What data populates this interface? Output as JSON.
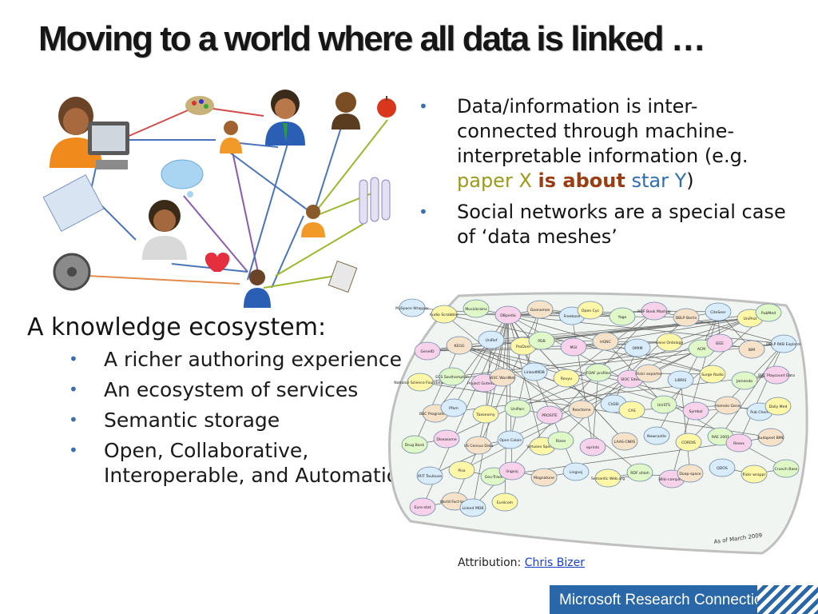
{
  "title": "Moving to a world where all data is linked …",
  "right_bullets": {
    "b1_pre": "Data/information is inter-connected through machine-interpretable information (e.g. ",
    "b1_paper": "paper X",
    "b1_about": "is about",
    "b1_star": "star Y",
    "b1_post": ")",
    "b2": "Social networks are a special case of ‘data meshes’"
  },
  "ecosystem": {
    "heading": "A knowledge ecosystem:",
    "items": [
      "A richer authoring experience",
      "An ecosystem of services",
      "Semantic storage",
      "Open, Collaborative, Interoperable, and Automatic"
    ]
  },
  "attribution": {
    "label": "Attribution:",
    "link": "Chris Bizer"
  },
  "brand": "Microsoft Research Connections",
  "lod_label": "As of March 2009",
  "lod_nodes": [
    "MySpace Wrapper",
    "Audio Scrobbler",
    "Musicbrainz",
    "DBpedia",
    "Geonames",
    "Freebase",
    "Open Cyc",
    "Yago",
    "RDF Book Mashup",
    "DBLP Berlin",
    "CiteSeer",
    "UniProt",
    "PubMed",
    "GeneID",
    "KEGG",
    "UniRef",
    "ProDom",
    "PDB",
    "MGI",
    "HGNC",
    "OMIM",
    "Gene Ontology",
    "ACM",
    "IEEE",
    "IBM",
    "DBLP RKB Explorer",
    "National Science Foundation",
    "ECS Southampton",
    "Project Gutenberg",
    "W3C WordNet",
    "LinkedMDB",
    "Revyu",
    "FOAF profiles",
    "SIOC Sites",
    "Flickr exporter",
    "LIBRIS",
    "Surge Radio",
    "Jamendo",
    "BBC Playcount Data",
    "BBC Programmes",
    "Pfam",
    "Taxonomy",
    "UniParc",
    "PROSITE",
    "Reactome",
    "ChEBI",
    "CAS",
    "UniSTS",
    "Symbol",
    "Homolo Gene",
    "Pub Chem",
    "Daily Med",
    "Drug Bank",
    "Diseasome",
    "US Census Data",
    "Open Calais",
    "Virtuoso Sponger",
    "Riese",
    "eprints",
    "LAAS-CNRS",
    "Newcastle",
    "CORDIS",
    "RAE 2001",
    "Resex",
    "Budapest BME",
    "IRIT Toulouse",
    "Pisa",
    "Gov-Track",
    "lingvoj",
    "Magnatune",
    "Lingvoj",
    "Semantic Web.org",
    "RDF ohloh",
    "Wiki-company",
    "Doap-space",
    "QDOS",
    "flickr wrappr",
    "Crunch Base",
    "Euro-stat",
    "World Fact-book",
    "Linked MDB",
    "Eurécom"
  ],
  "lod_edges": [
    [
      3,
      4
    ],
    [
      3,
      5
    ],
    [
      3,
      25
    ],
    [
      3,
      6
    ],
    [
      3,
      7
    ],
    [
      3,
      29
    ],
    [
      3,
      8
    ],
    [
      3,
      9
    ],
    [
      3,
      2
    ],
    [
      3,
      0
    ],
    [
      3,
      1
    ],
    [
      3,
      54
    ],
    [
      3,
      68
    ],
    [
      3,
      81
    ],
    [
      3,
      80
    ],
    [
      3,
      78
    ],
    [
      3,
      30
    ],
    [
      3,
      59
    ],
    [
      3,
      56
    ],
    [
      3,
      36
    ],
    [
      4,
      79
    ],
    [
      4,
      55
    ],
    [
      4,
      5
    ],
    [
      5,
      8
    ],
    [
      5,
      58
    ],
    [
      7,
      4
    ],
    [
      8,
      9
    ],
    [
      8,
      10
    ],
    [
      8,
      31
    ],
    [
      9,
      10
    ],
    [
      9,
      25
    ],
    [
      10,
      22
    ],
    [
      10,
      23
    ],
    [
      10,
      24
    ],
    [
      11,
      12
    ],
    [
      11,
      13
    ],
    [
      11,
      19
    ],
    [
      11,
      14
    ],
    [
      11,
      17
    ],
    [
      11,
      15
    ],
    [
      11,
      42
    ],
    [
      11,
      43
    ],
    [
      13,
      14
    ],
    [
      13,
      21
    ],
    [
      13,
      20
    ],
    [
      13,
      17
    ],
    [
      14,
      46
    ],
    [
      14,
      45
    ],
    [
      14,
      50
    ],
    [
      14,
      52
    ],
    [
      14,
      48
    ],
    [
      15,
      16
    ],
    [
      15,
      40
    ],
    [
      15,
      41
    ],
    [
      17,
      12
    ],
    [
      17,
      21
    ],
    [
      18,
      19
    ],
    [
      18,
      21
    ],
    [
      19,
      47
    ],
    [
      20,
      53
    ],
    [
      21,
      12
    ],
    [
      22,
      25
    ],
    [
      22,
      23
    ],
    [
      22,
      60
    ],
    [
      23,
      24
    ],
    [
      25,
      26
    ],
    [
      25,
      61
    ],
    [
      25,
      63
    ],
    [
      25,
      62
    ],
    [
      26,
      64
    ],
    [
      27,
      22
    ],
    [
      28,
      3
    ],
    [
      30,
      3
    ],
    [
      31,
      32
    ],
    [
      32,
      33
    ],
    [
      33,
      34
    ],
    [
      34,
      36
    ],
    [
      35,
      74
    ],
    [
      36,
      1
    ],
    [
      37,
      38
    ],
    [
      38,
      39
    ],
    [
      39,
      3
    ],
    [
      42,
      43
    ],
    [
      44,
      14
    ],
    [
      45,
      20
    ],
    [
      46,
      49
    ],
    [
      47,
      12
    ],
    [
      48,
      51
    ],
    [
      50,
      51
    ],
    [
      52,
      53
    ],
    [
      54,
      55
    ],
    [
      56,
      57
    ],
    [
      57,
      9
    ],
    [
      58,
      32
    ],
    [
      59,
      3
    ],
    [
      65,
      22
    ],
    [
      66,
      67
    ],
    [
      66,
      22
    ],
    [
      67,
      64
    ],
    [
      68,
      69
    ],
    [
      69,
      70
    ],
    [
      70,
      3
    ],
    [
      71,
      72
    ],
    [
      72,
      1
    ],
    [
      73,
      10
    ],
    [
      74,
      71
    ],
    [
      75,
      76
    ],
    [
      76,
      77
    ],
    [
      77,
      3
    ],
    [
      78,
      79
    ],
    [
      80,
      8
    ],
    [
      82,
      11
    ],
    [
      83,
      31
    ],
    [
      84,
      13
    ]
  ]
}
